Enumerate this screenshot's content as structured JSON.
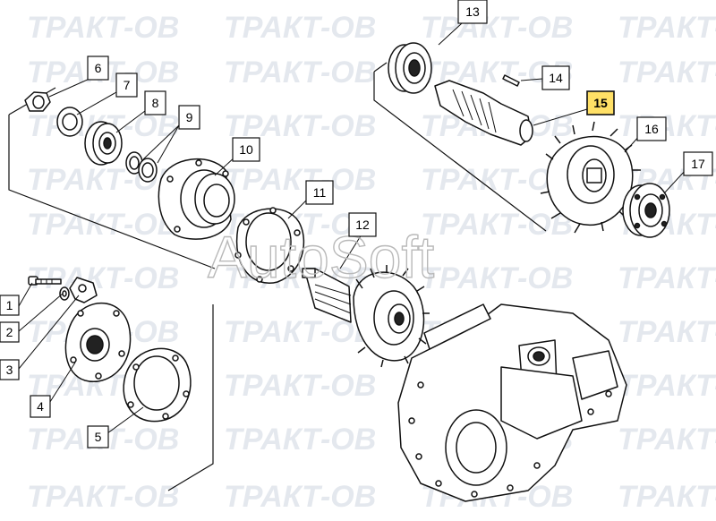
{
  "watermark": {
    "text": "ТРАКТ-ОВ",
    "overlay": "AutoSoft"
  },
  "colors": {
    "ink": "#111111",
    "highlight": "#ffe066",
    "label_bg": "#ffffff",
    "watermark": "#e4e8ee"
  },
  "parts": [
    {
      "id": "1",
      "label": "1"
    },
    {
      "id": "2",
      "label": "2"
    },
    {
      "id": "3",
      "label": "3"
    },
    {
      "id": "4",
      "label": "4"
    },
    {
      "id": "5",
      "label": "5"
    },
    {
      "id": "6",
      "label": "6"
    },
    {
      "id": "7",
      "label": "7"
    },
    {
      "id": "8",
      "label": "8"
    },
    {
      "id": "9",
      "label": "9"
    },
    {
      "id": "10",
      "label": "10"
    },
    {
      "id": "11",
      "label": "11"
    },
    {
      "id": "12",
      "label": "12"
    },
    {
      "id": "13",
      "label": "13"
    },
    {
      "id": "14",
      "label": "14"
    },
    {
      "id": "15",
      "label": "15",
      "highlighted": true
    },
    {
      "id": "16",
      "label": "16"
    },
    {
      "id": "17",
      "label": "17"
    }
  ]
}
